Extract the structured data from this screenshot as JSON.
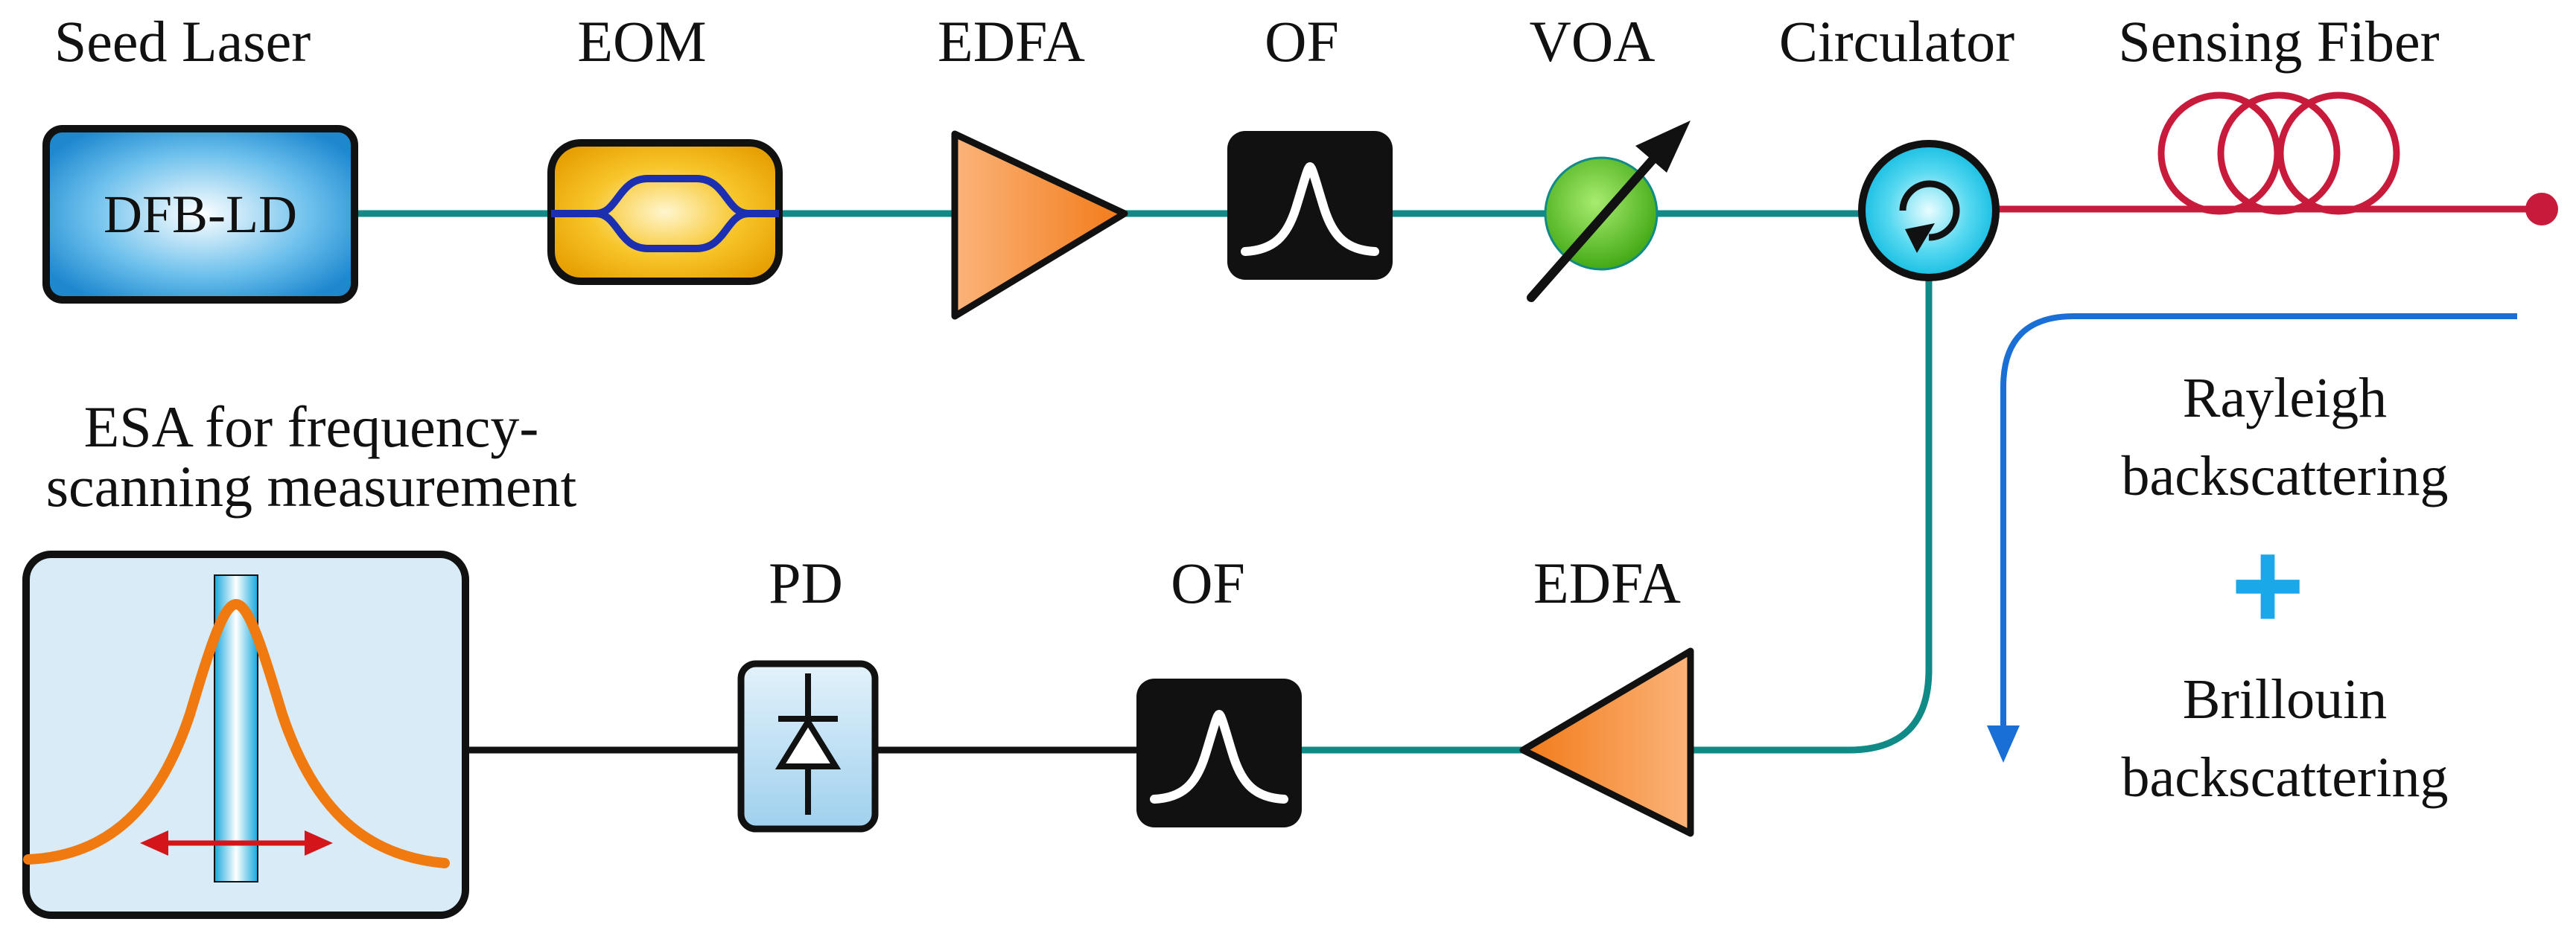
{
  "diagram": {
    "components": {
      "seed_laser": {
        "label": "Seed Laser",
        "box_text": "DFB-LD"
      },
      "eom": {
        "label": "EOM"
      },
      "edfa_top": {
        "label": "EDFA"
      },
      "of_top": {
        "label": "OF"
      },
      "voa": {
        "label": "VOA"
      },
      "circulator": {
        "label": "Circulator"
      },
      "sensing_fiber": {
        "label": "Sensing Fiber"
      },
      "edfa_bottom": {
        "label": "EDFA"
      },
      "of_bottom": {
        "label": "OF"
      },
      "pd": {
        "label": "PD"
      },
      "esa": {
        "label_line1": "ESA for frequency-",
        "label_line2": "scanning measurement"
      }
    },
    "backscatter": {
      "rayleigh_line1": "Rayleigh",
      "rayleigh_line2": "backscattering",
      "plus": "+",
      "brillouin_line1": "Brillouin",
      "brillouin_line2": "backscattering"
    },
    "colors": {
      "fiber_teal": "#0f8a86",
      "sensing_red": "#c81a3a",
      "electrical_black": "#111111",
      "arrow_blue": "#1a6fd6",
      "plus_blue": "#1ba8e8",
      "eom_gold": "#f2b10a",
      "edfa_orange": "#f48a2e",
      "voa_green": "#5cc22e",
      "esa_curve_orange": "#f07a10",
      "esa_arrow_red": "#d4161b"
    }
  }
}
